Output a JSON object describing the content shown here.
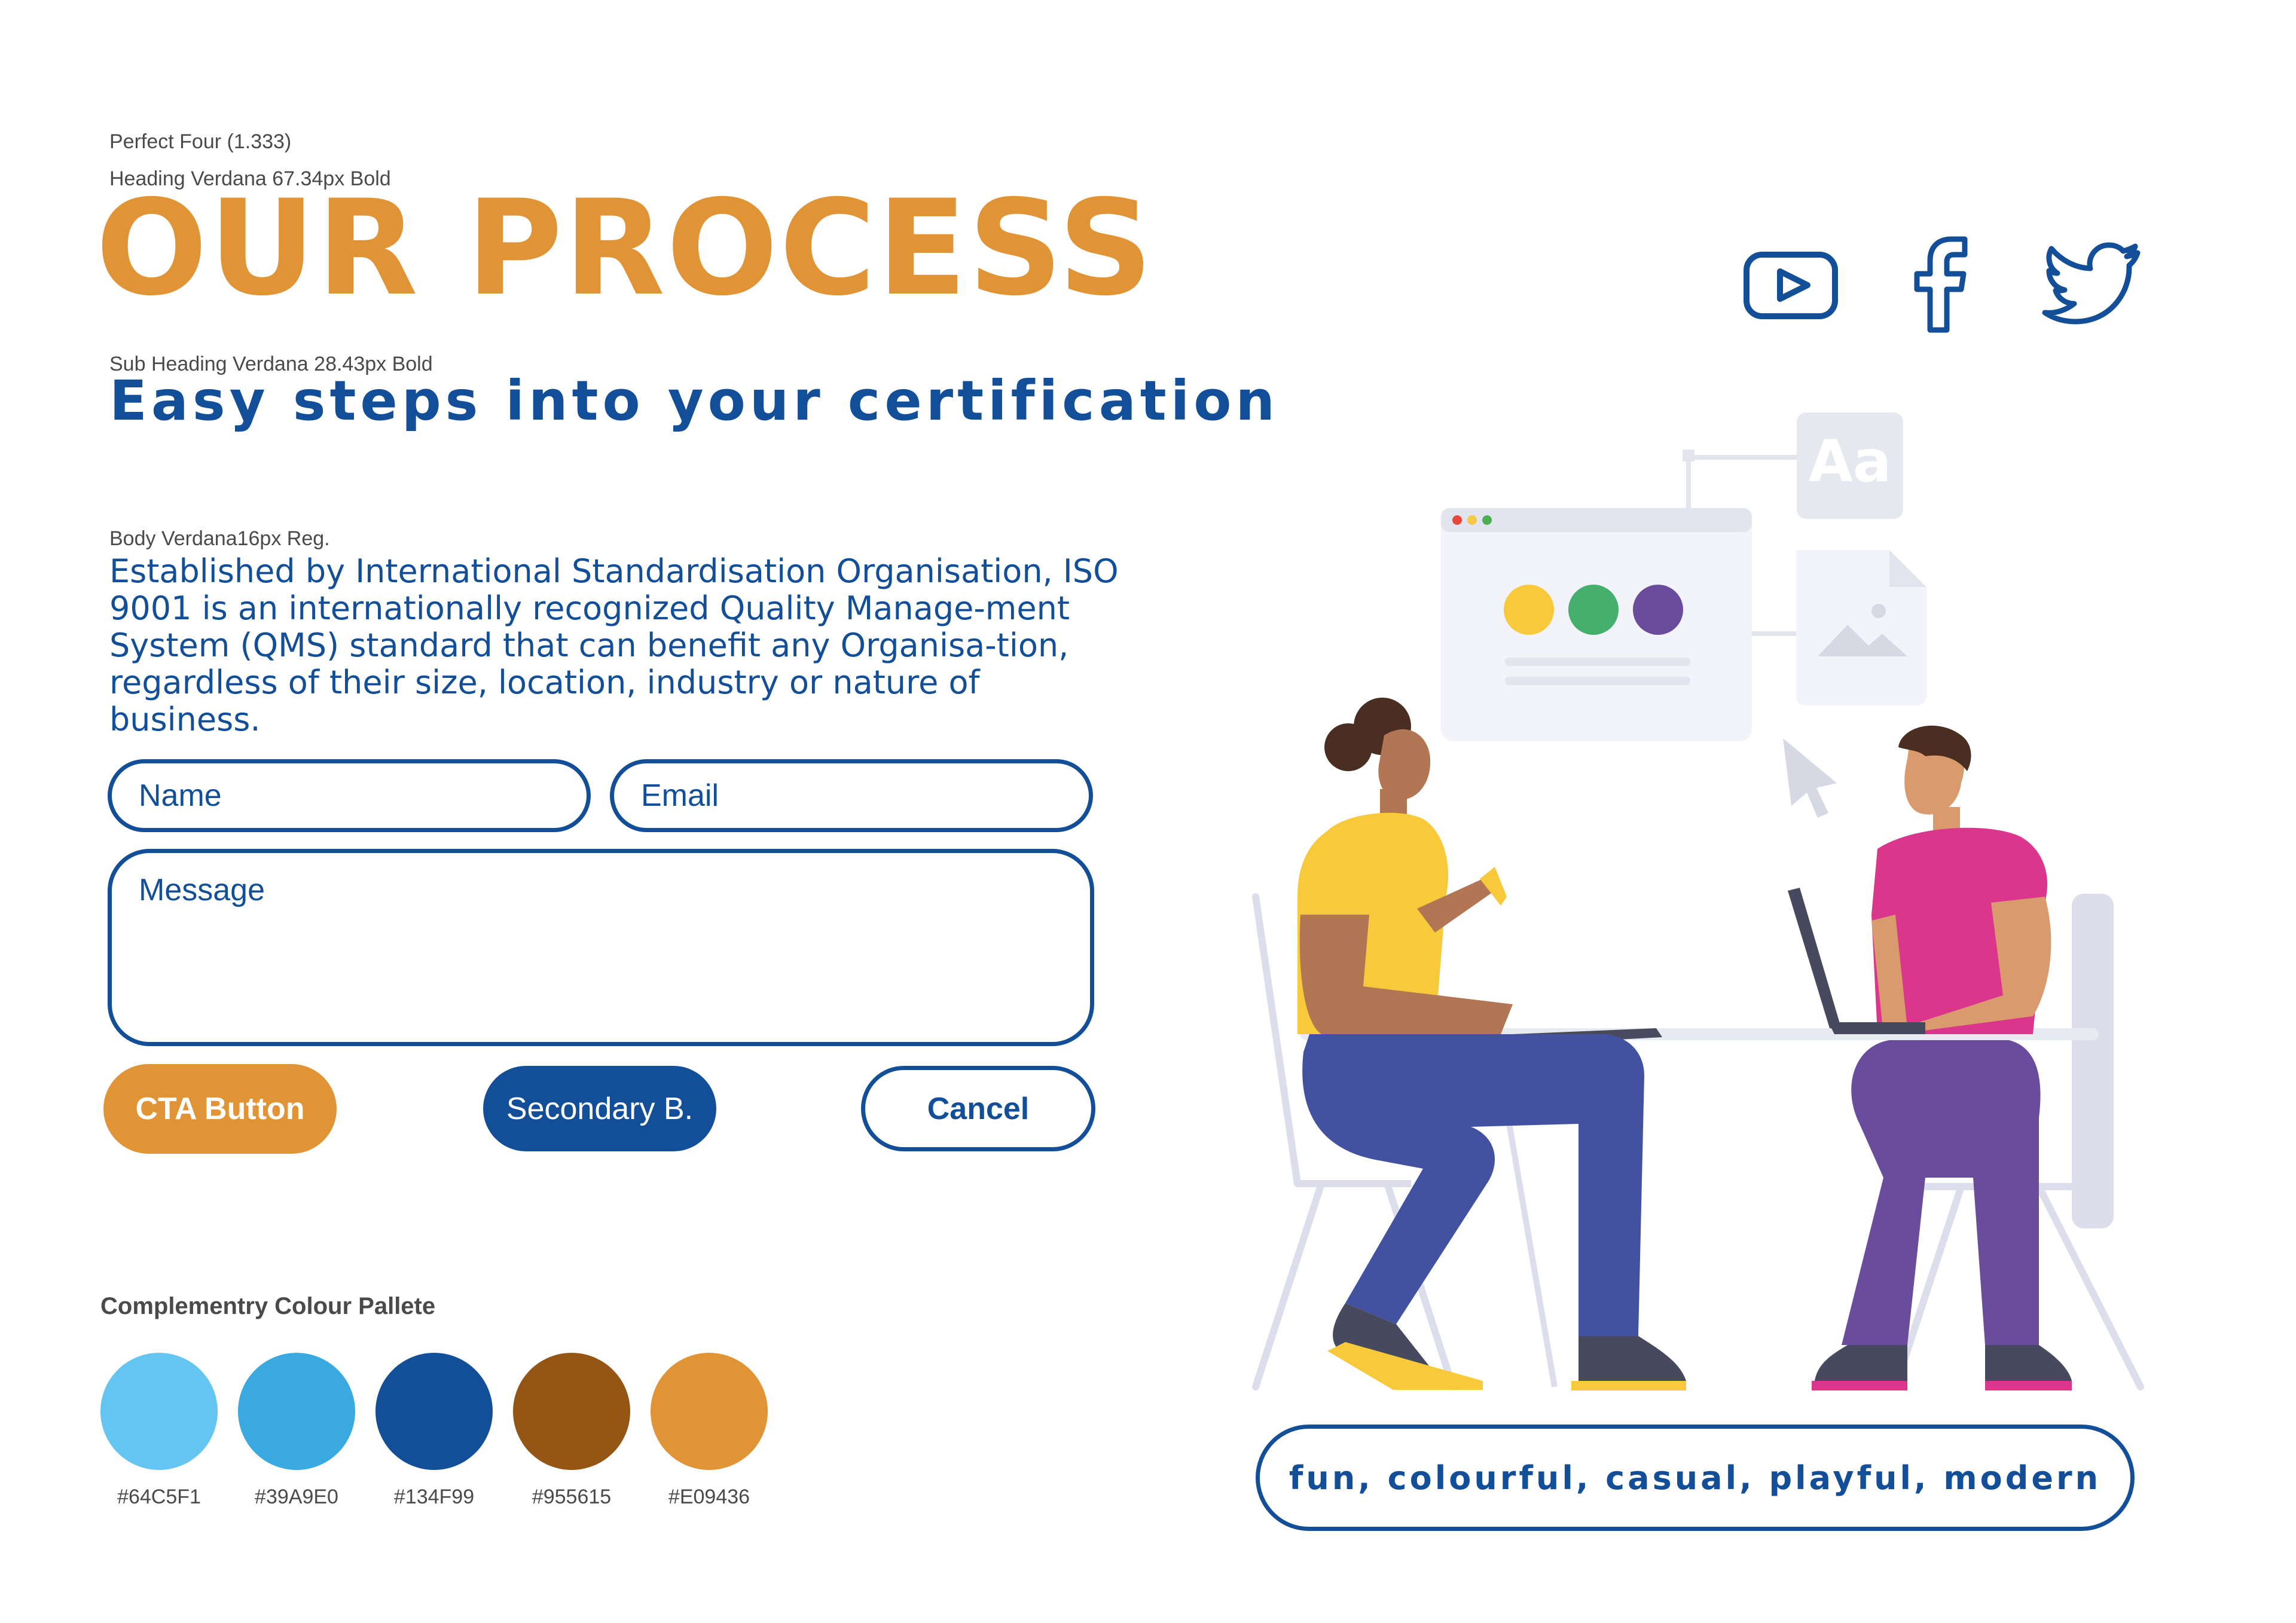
{
  "notes": {
    "scale": "Perfect Four (1.333)",
    "heading_spec": "Heading Verdana 67.34px Bold",
    "subheading_spec": "Sub Heading Verdana 28.43px  Bold",
    "body_spec": "Body Verdana16px  Reg."
  },
  "heading": "OUR PROCESS",
  "subheading": "Easy steps into your certification",
  "body": "Established by International Standardisation Organisation, ISO 9001 is an internationally recognized Quality Manage-ment System (QMS) standard that can benefit any Organisa-tion, regardless of their size, location, industry or nature of business.",
  "form": {
    "name_placeholder": "Name",
    "email_placeholder": "Email",
    "message_placeholder": "Message"
  },
  "buttons": {
    "cta": "CTA Button",
    "secondary": "Secondary B.",
    "cancel": "Cancel"
  },
  "social_icons": [
    "youtube-icon",
    "facebook-icon",
    "twitter-icon"
  ],
  "palette": {
    "title": "Complementry Colour Pallete",
    "colors": [
      {
        "hex": "#64C5F1",
        "label": "#64C5F1"
      },
      {
        "hex": "#39A9E0",
        "label": "#39A9E0"
      },
      {
        "hex": "#134F99",
        "label": "#134F99"
      },
      {
        "hex": "#955615",
        "label": "#955615"
      },
      {
        "hex": "#E09436",
        "label": "#E09436"
      }
    ]
  },
  "illustration": {
    "font_tile_text": "Aa"
  },
  "tagline": "fun, colourful, casual, playful, modern",
  "colors": {
    "accent": "#E09436",
    "primary": "#134F99"
  }
}
